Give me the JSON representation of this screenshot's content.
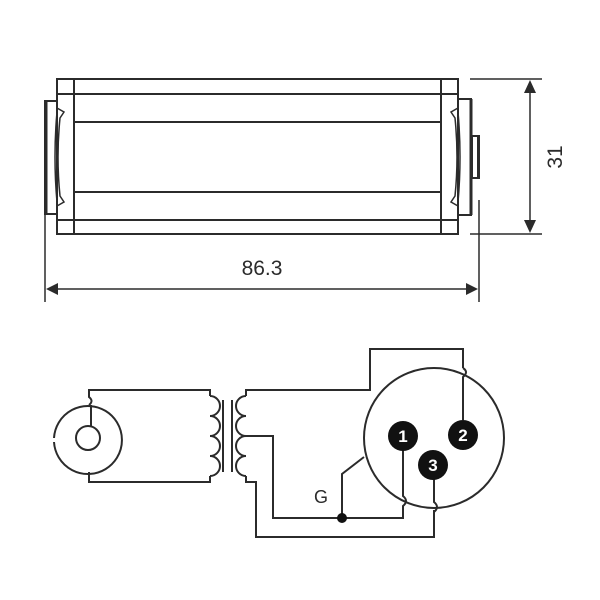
{
  "diagram": {
    "title": "",
    "dimensions": {
      "length": "86.3",
      "height": "31"
    },
    "wiring": {
      "ground_label": "G",
      "pins": [
        {
          "number": "1",
          "label": "1"
        },
        {
          "number": "2",
          "label": "2"
        },
        {
          "number": "3",
          "label": "3"
        }
      ]
    },
    "colors": {
      "line": "#2b2b2b",
      "pin_fill": "#111111",
      "pin_text": "#ffffff",
      "background": "#ffffff"
    }
  }
}
